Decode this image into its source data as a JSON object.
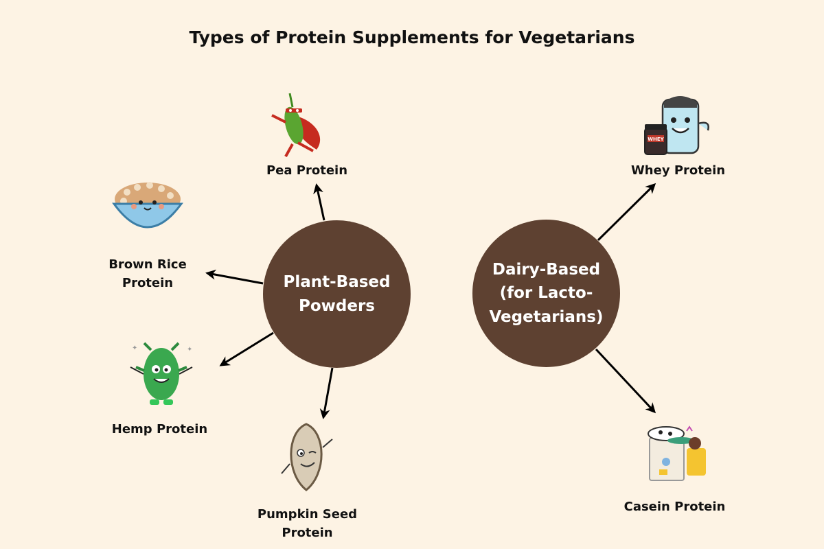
{
  "title": "Types of Protein Supplements for Vegetarians",
  "hubs": {
    "plant": [
      "Plant-Based",
      "Powders"
    ],
    "dairy": [
      "Dairy-Based",
      "(for Lacto-",
      "Vegetarians)"
    ]
  },
  "items": {
    "pea": "Pea Protein",
    "brown_rice": [
      "Brown Rice",
      "Protein"
    ],
    "hemp": "Hemp Protein",
    "pumpkin": [
      "Pumpkin Seed",
      "Protein"
    ],
    "whey": "Whey Protein",
    "casein": "Casein Protein"
  },
  "illustrations": {
    "whey_tub_text": "WHEY"
  },
  "colors": {
    "background": "#fdf3e4",
    "hub": "#5e4131",
    "arrow": "#000000"
  }
}
